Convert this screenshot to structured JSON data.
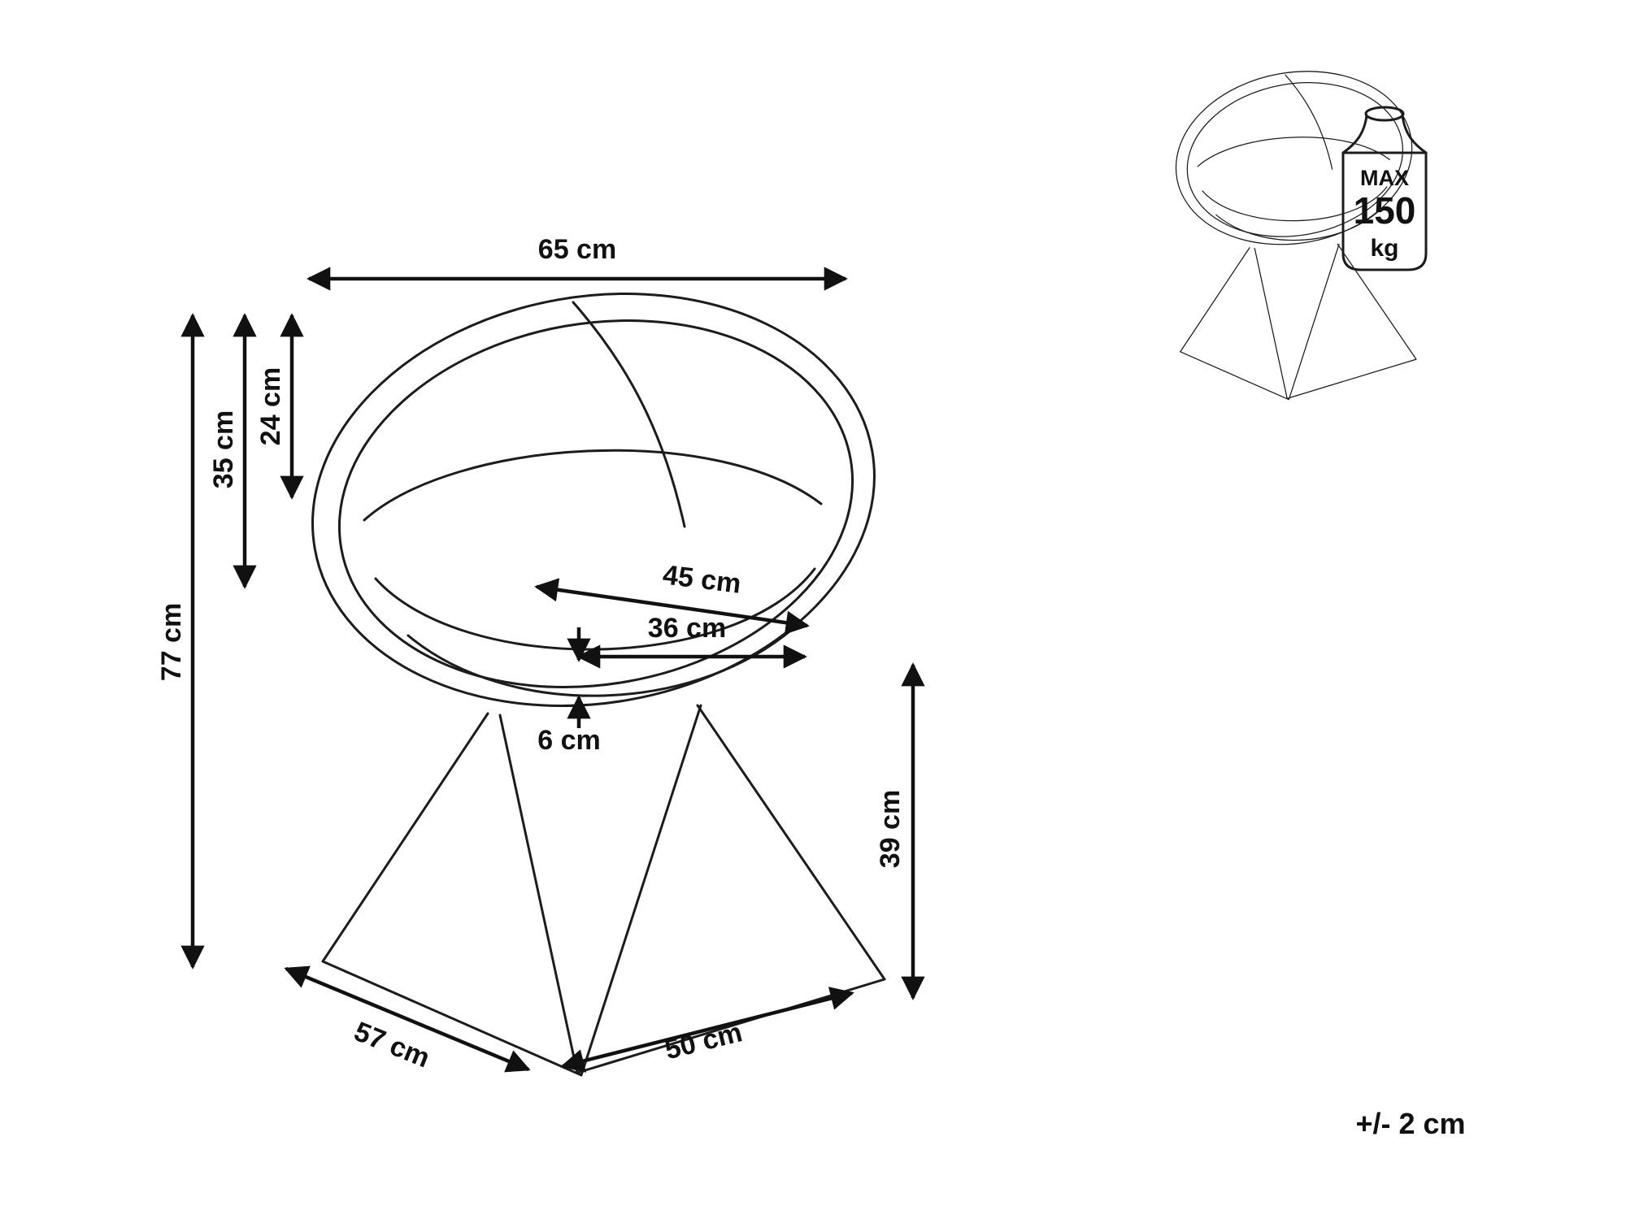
{
  "diagram": {
    "type": "furniture-dimension-drawing",
    "subject": "round accent chair with crossed metal wire base",
    "tolerance_note": "+/- 2 cm",
    "max_load": {
      "label": "MAX",
      "value": "150",
      "unit": "kg"
    },
    "dimensions": {
      "overall_width": "65 cm",
      "backrest_height": "35 cm",
      "backrest_top_to_seat": "24 cm",
      "overall_height": "77 cm",
      "seat_width": "45 cm",
      "seat_inner_depth": "36 cm",
      "seat_thickness": "6 cm",
      "base_height": "39 cm",
      "base_depth": "57 cm",
      "base_width": "50 cm"
    }
  }
}
